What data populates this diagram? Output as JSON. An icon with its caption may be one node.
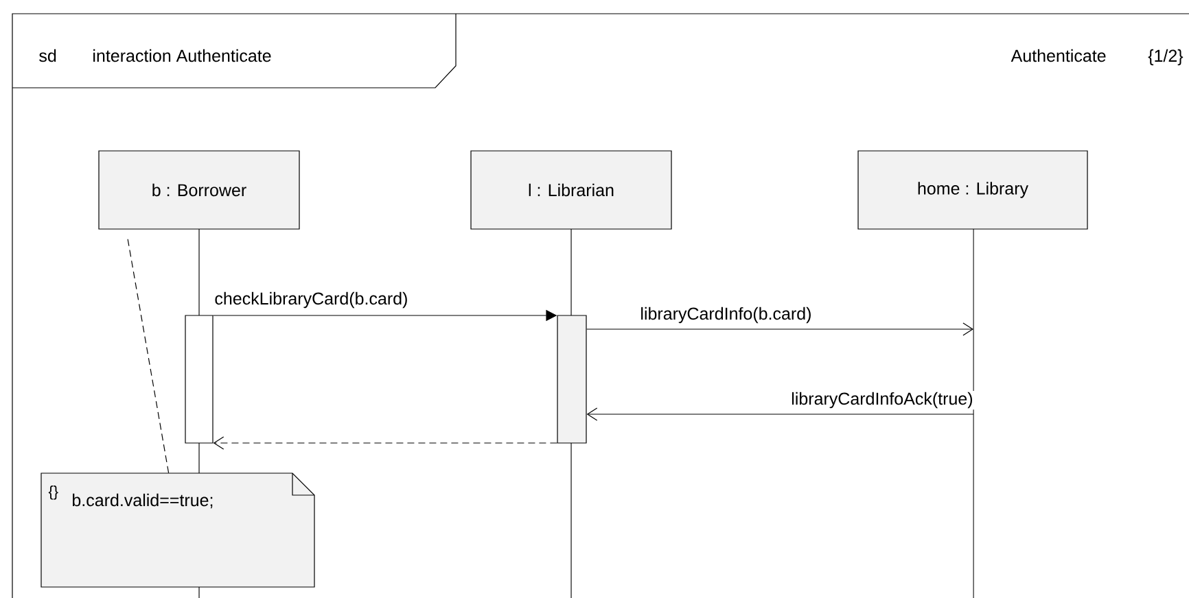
{
  "diagram": {
    "nodes": [
      {
        "text": [
          "sd",
          "interaction Authenticate"
        ]
      },
      {
        "text": [
          "b : Borrower"
        ],
        "in": 0
      },
      {
        "text": [
          "l : Librarian"
        ],
        "in": 0
      },
      {
        "text": [
          "home : Library"
        ],
        "in": 0
      },
      {
        "text": [],
        "shape": "bar",
        "in": 0
      },
      {
        "text": [],
        "shape": "bar",
        "in": 0
      },
      {
        "text": [],
        "shape": "line",
        "in": 0
      },
      {
        "text": [
          "{}",
          "b.card.valid==true;"
        ],
        "in": 0
      }
    ],
    "edges": [
      {
        "from": 4,
        "to": 5,
        "arrow": "to",
        "label": "checkLibraryCard(b.card)"
      },
      {
        "from": 5,
        "to": 6,
        "arrow": "to",
        "label": "libraryCardInfo(b.card)"
      },
      {
        "from": 6,
        "to": 5,
        "arrow": "to",
        "label": "libraryCardInfoAck(true)"
      },
      {
        "from": 5,
        "to": 4,
        "arrow": "to",
        "style": "dashed"
      },
      {
        "from": 7,
        "to": 1,
        "arrow": "none",
        "style": "dashed"
      }
    ],
    "labels": [
      "Authenticate",
      "{1/2}"
    ]
  }
}
